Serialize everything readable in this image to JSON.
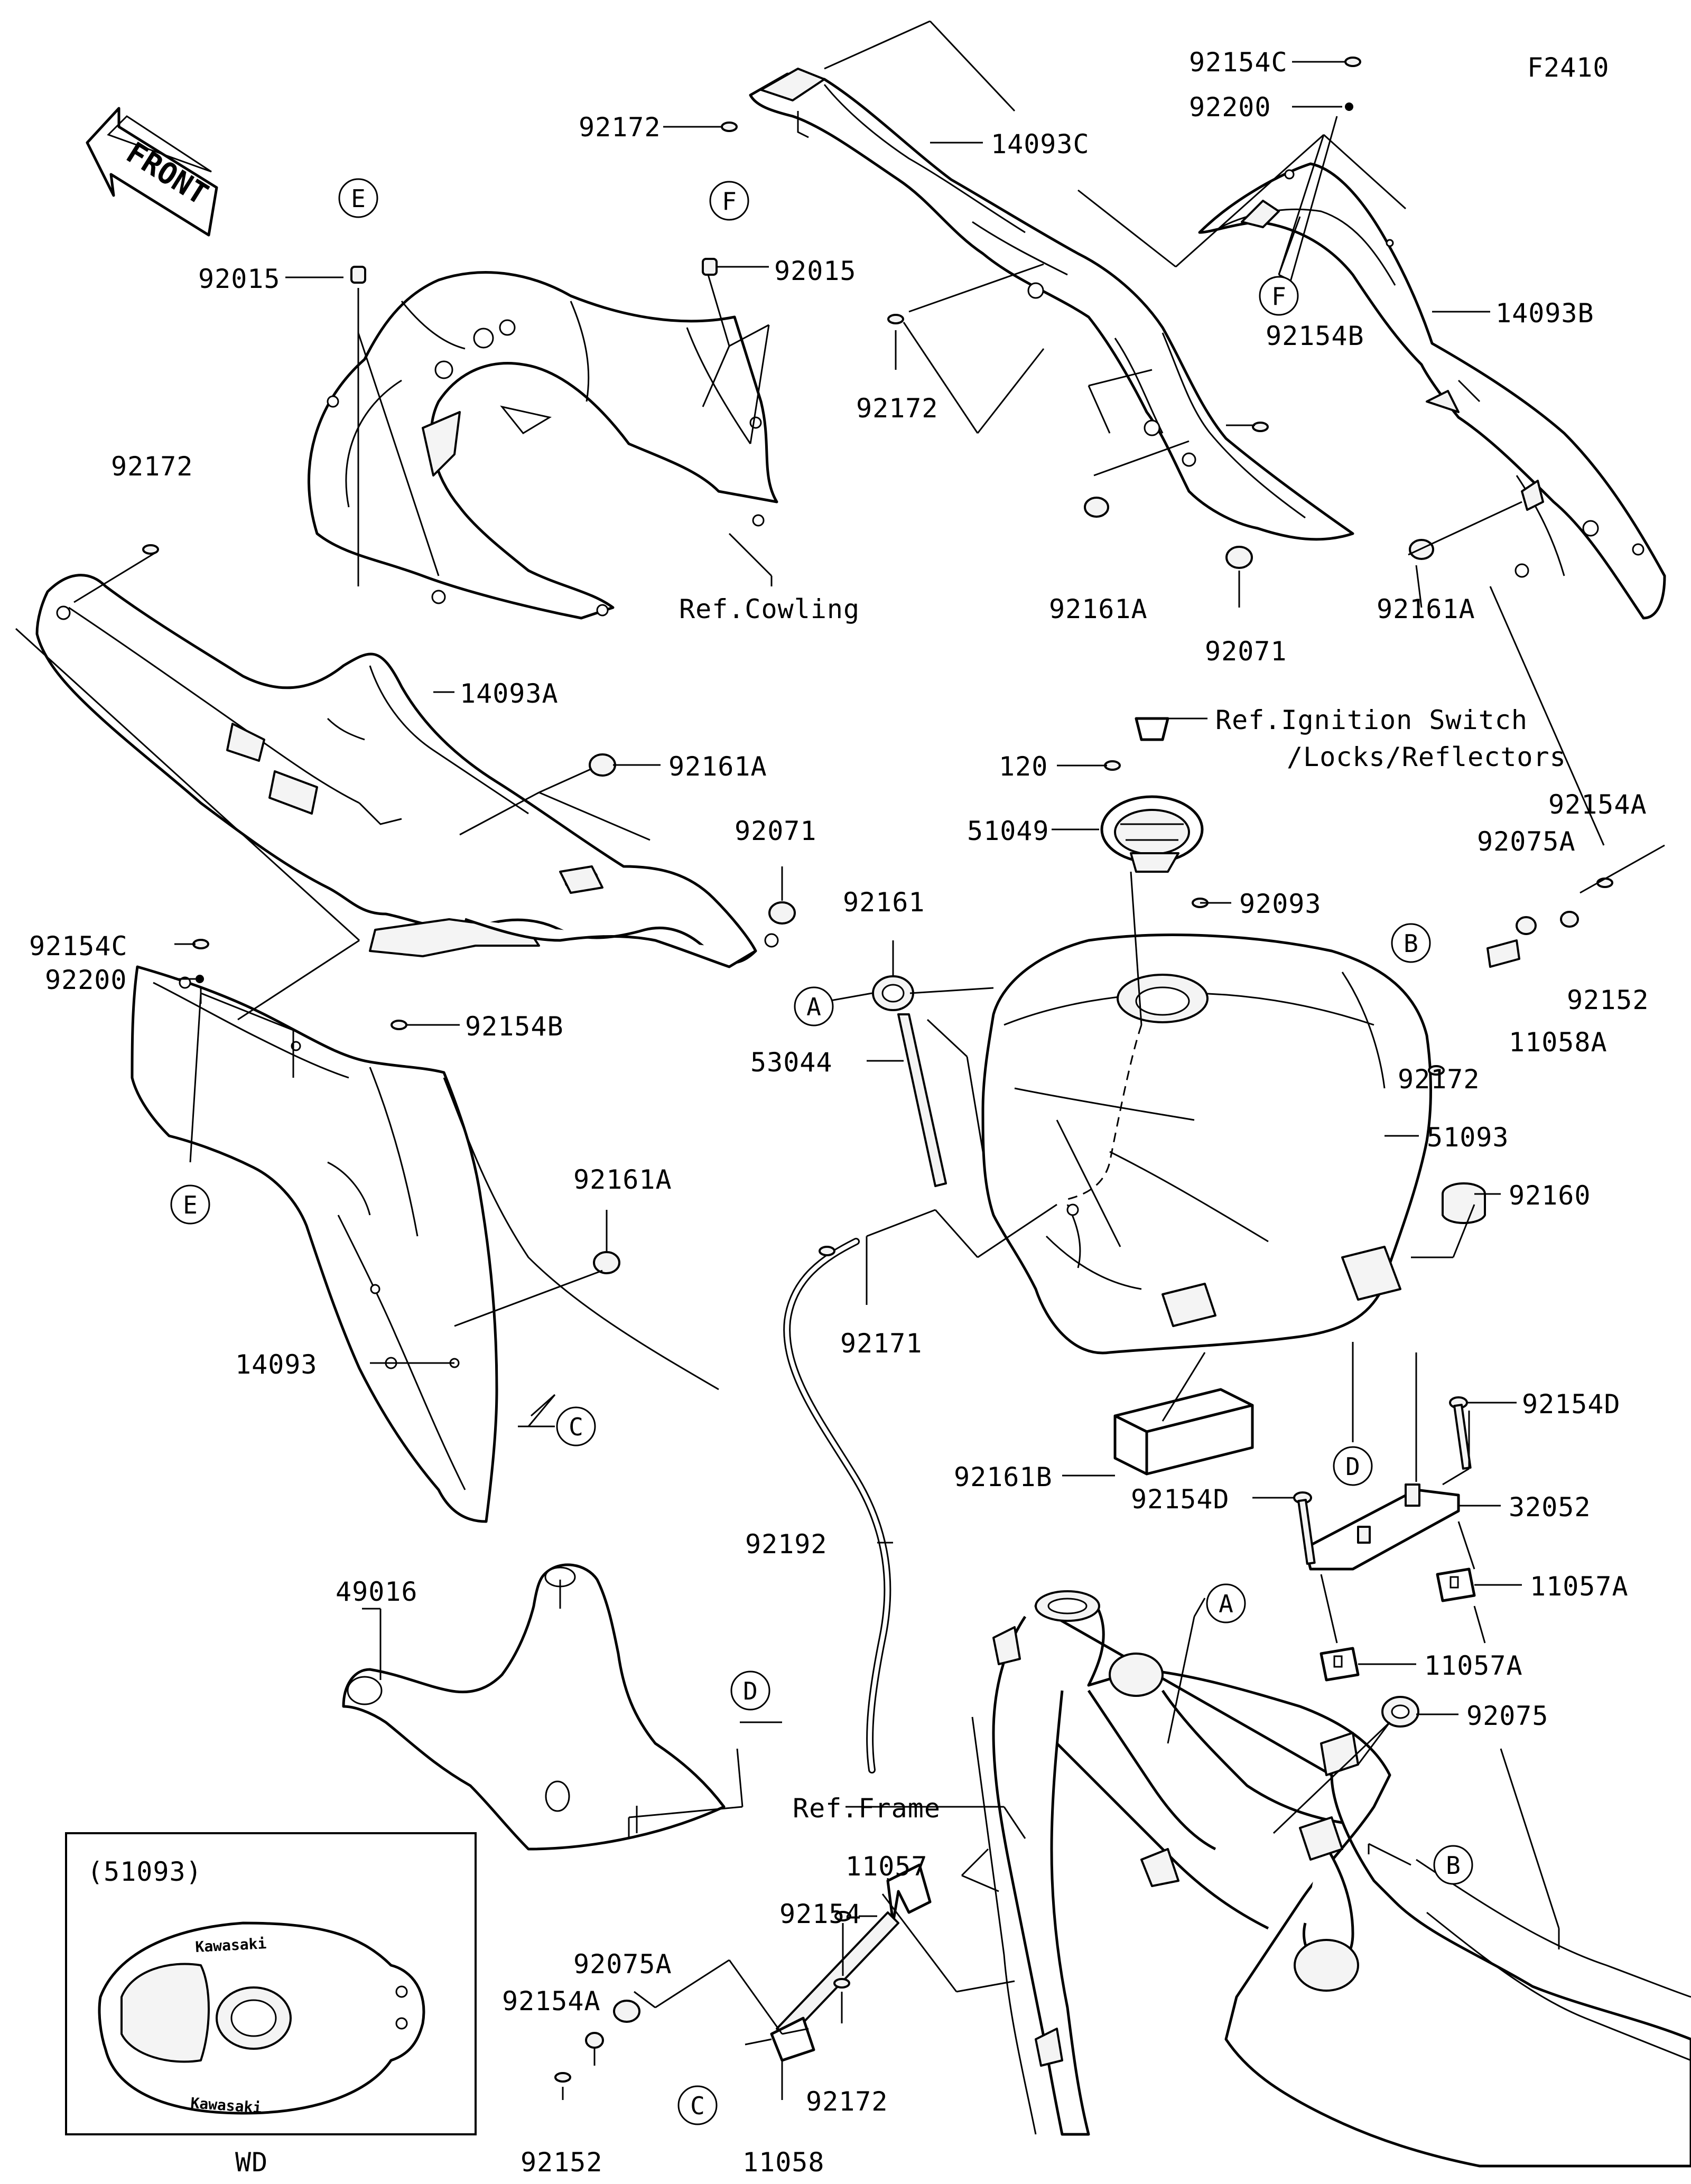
{
  "diagram_code": "F2410",
  "front_label": "FRONT",
  "inset": {
    "title": "(51093)",
    "caption": "WD",
    "logo_text": "Kawasaki"
  },
  "refs": {
    "cowling": "Ref.Cowling",
    "ignition_1": "Ref.Ignition Switch",
    "ignition_2": "/Locks/Reflectors",
    "frame": "Ref.Frame"
  },
  "callouts": {
    "a": "A",
    "b": "B",
    "c": "C",
    "d": "D",
    "e": "E",
    "f": "F"
  },
  "parts": {
    "p92154C": "92154C",
    "p92200": "92200",
    "p92172": "92172",
    "p14093C": "14093C",
    "p92015": "92015",
    "p14093B": "14093B",
    "p92154B": "92154B",
    "p92161A": "92161A",
    "p92071": "92071",
    "p14093A": "14093A",
    "p120": "120",
    "p51049": "51049",
    "p92093": "92093",
    "p92154A": "92154A",
    "p92075A": "92075A",
    "p92161": "92161",
    "p92152": "92152",
    "p11058A": "11058A",
    "p53044": "53044",
    "p51093": "51093",
    "p92160": "92160",
    "p92171": "92171",
    "p14093": "14093",
    "p92154D": "92154D",
    "p92161B": "92161B",
    "p32052": "32052",
    "p92192": "92192",
    "p11057A": "11057A",
    "p49016": "49016",
    "p92075": "92075",
    "p11057": "11057",
    "p92154": "92154",
    "p11058": "11058"
  }
}
